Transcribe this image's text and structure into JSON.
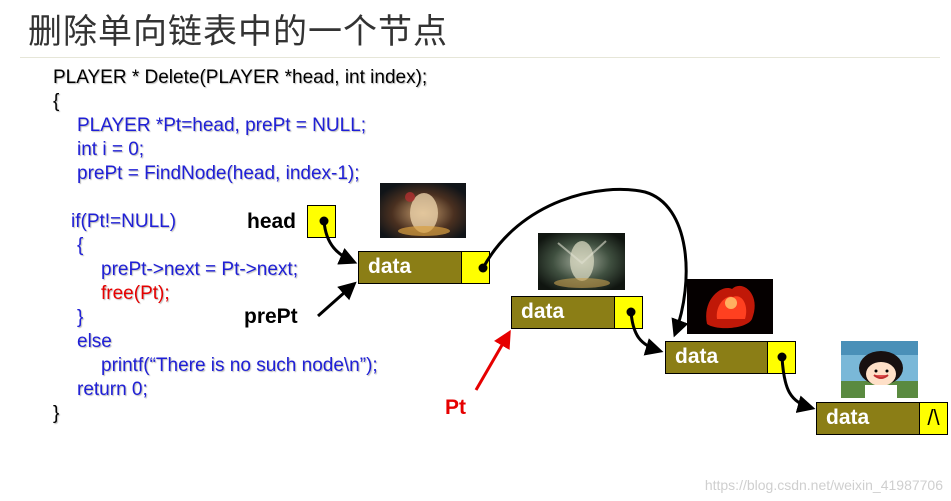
{
  "title": "删除单向链表中的一个节点",
  "code": {
    "l1": "PLAYER * Delete(PLAYER *head, int index);",
    "l2": "{",
    "l3": "PLAYER *Pt=head, prePt = NULL;",
    "l4": "int i = 0;",
    "l5": "prePt = FindNode(head, index-1);",
    "l6": "if(Pt!=NULL)",
    "l7": "{",
    "l8": "prePt->next = Pt->next;",
    "l9": "free(Pt);",
    "l10": "}",
    "l11": "else",
    "l12": "printf(“There is no such node\\n”);",
    "l13": "return 0;",
    "l14": "}"
  },
  "labels": {
    "head": "head",
    "prePt": "prePt",
    "Pt": "Pt"
  },
  "nodes": [
    {
      "data": "data"
    },
    {
      "data": "data"
    },
    {
      "data": "data"
    },
    {
      "data": "data",
      "null_mark": "/\\"
    }
  ],
  "watermark": "https://blog.csdn.net/weixin_41987706",
  "colors": {
    "node_fill": "#8b7e16",
    "pointer_fill": "#ffff00",
    "code_blue": "#1f1fd6",
    "highlight_red": "#e60000"
  }
}
